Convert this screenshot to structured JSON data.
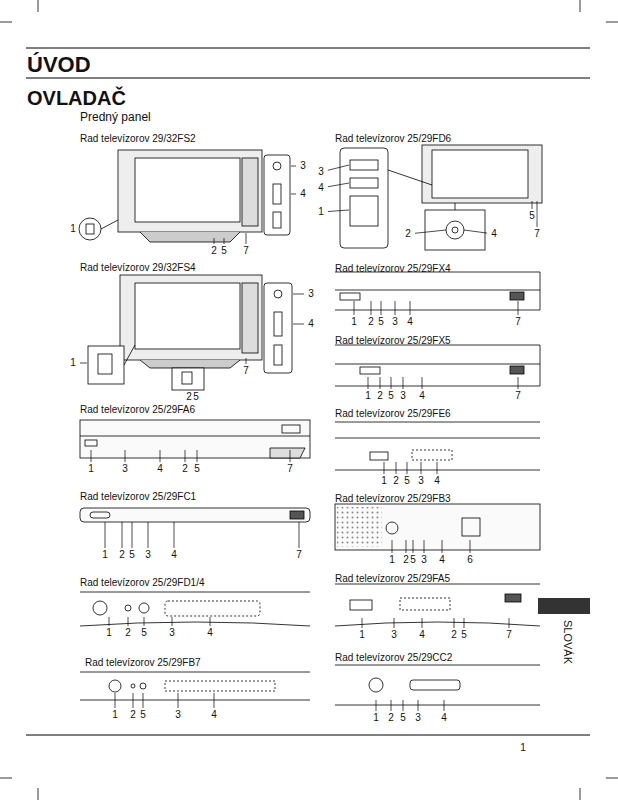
{
  "diagram": {
    "title": "ÚVOD",
    "labels": [
      "OVLADAČ",
      "Predný panel",
      "Rad televízorov 29/32FS2",
      "3",
      "4",
      "1",
      "2",
      "5",
      "7",
      "Rad televízorov 29/32FS4",
      "3",
      "4",
      "1",
      "7",
      "2",
      "5",
      "Rad televízorov 25/29FA6",
      "1",
      "3",
      "4",
      "2",
      "5",
      "7",
      "Rad televízorov 25/29FC1",
      "1",
      "2",
      "5",
      "3",
      "4",
      "7",
      "Rad televízorov 25/29FD1/4",
      "1",
      "2",
      "5",
      "3",
      "4",
      "Rad televízorov 25/29FB7",
      "1",
      "2",
      "5",
      "3",
      "4",
      "Rad televízorov 25/29FD6",
      "3",
      "4",
      "1",
      "5",
      "2",
      "4",
      "7",
      "Rad televízorov 25/29FX4",
      "1",
      "2",
      "5",
      "3",
      "4",
      "7",
      "Rad televízorov 25/29FX5",
      "1",
      "2",
      "5",
      "3",
      "4",
      "7",
      "Rad televízorov 25/29FE6",
      "1",
      "2",
      "5",
      "3",
      "4",
      "Rad televízorov 25/29FB3",
      "1",
      "2",
      "5",
      "3",
      "4",
      "6",
      "Rad televízorov 25/29FA5",
      "1",
      "3",
      "4",
      "2",
      "5",
      "7",
      "Rad televízorov 25/29CC2",
      "1",
      "2",
      "5",
      "3",
      "4",
      "SLOVÁK",
      "1"
    ]
  }
}
